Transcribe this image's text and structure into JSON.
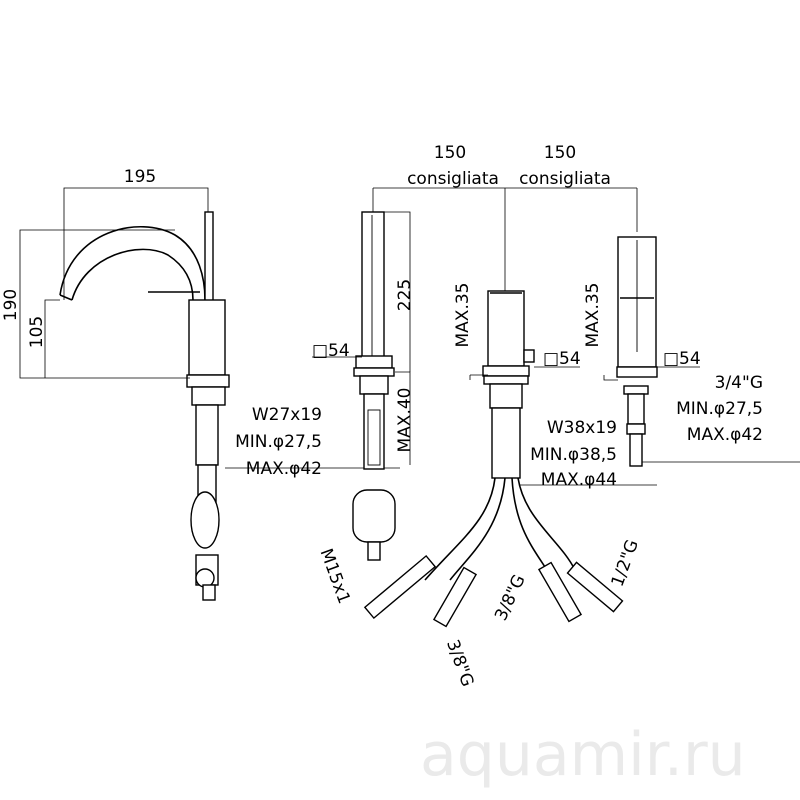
{
  "watermark": "aquamir.ru",
  "spout_view": {
    "width_dim": "195",
    "height_dim": "190",
    "spout_height_dim": "105",
    "thread": "W27x19",
    "min_hole": "MIN.φ27,5",
    "max_hole": "MAX.φ42"
  },
  "hand_shower_view": {
    "length_dim": "225",
    "base_size": "□54",
    "max_deck": "MAX.40",
    "hose_thread": "M15x1"
  },
  "spacing": [
    {
      "value": "150",
      "note": "consigliata"
    },
    {
      "value": "150",
      "note": "consigliata"
    }
  ],
  "diverter_view": {
    "max_deck": "MAX.35",
    "base_size": "□54",
    "thread": "W38x19",
    "min_hole": "MIN.φ38,5",
    "max_hole": "MAX.φ44",
    "connections": [
      "3/8\"G",
      "3/8\"G",
      "1/2\"G"
    ]
  },
  "mixer_view": {
    "max_deck": "MAX.35",
    "base_size": "□54",
    "thread": "3/4\"G",
    "min_hole": "MIN.φ27,5",
    "max_hole": "MAX.φ42"
  }
}
